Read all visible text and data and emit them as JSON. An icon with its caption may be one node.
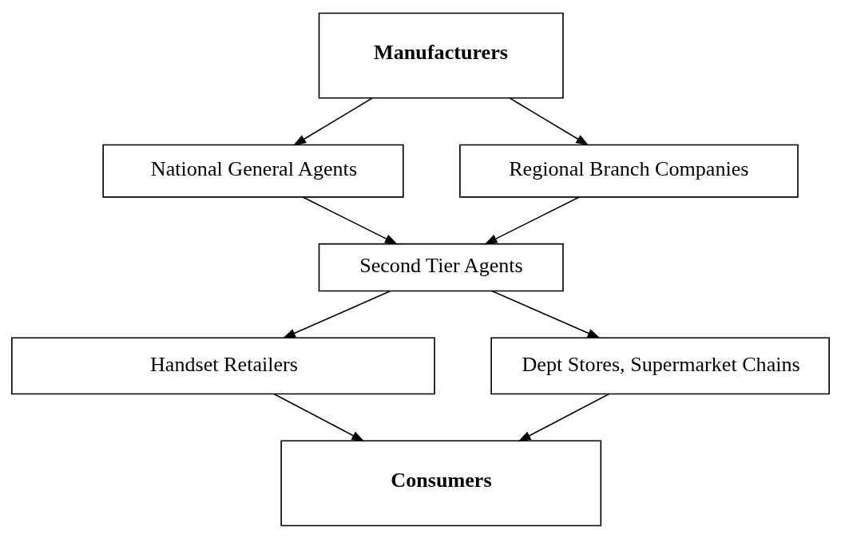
{
  "diagram": {
    "nodes": [
      {
        "text": [
          "Manufacturers"
        ]
      },
      {
        "text": [
          "National General Agents"
        ]
      },
      {
        "text": [
          "Regional Branch Companies"
        ]
      },
      {
        "text": [
          "Second Tier Agents"
        ]
      },
      {
        "text": [
          "Handset Retailers"
        ]
      },
      {
        "text": [
          "Dept Stores, Supermarket Chains"
        ]
      },
      {
        "text": [
          "Consumers"
        ]
      }
    ],
    "edges": [
      {
        "from": 0,
        "to": 1,
        "arrow": "to"
      },
      {
        "from": 0,
        "to": 2,
        "arrow": "to"
      },
      {
        "from": 1,
        "to": 3,
        "arrow": "to"
      },
      {
        "from": 2,
        "to": 3,
        "arrow": "to"
      },
      {
        "from": 3,
        "to": 4,
        "arrow": "to"
      },
      {
        "from": 3,
        "to": 5,
        "arrow": "to"
      },
      {
        "from": 4,
        "to": 6,
        "arrow": "to"
      },
      {
        "from": 5,
        "to": 6,
        "arrow": "to"
      }
    ]
  }
}
